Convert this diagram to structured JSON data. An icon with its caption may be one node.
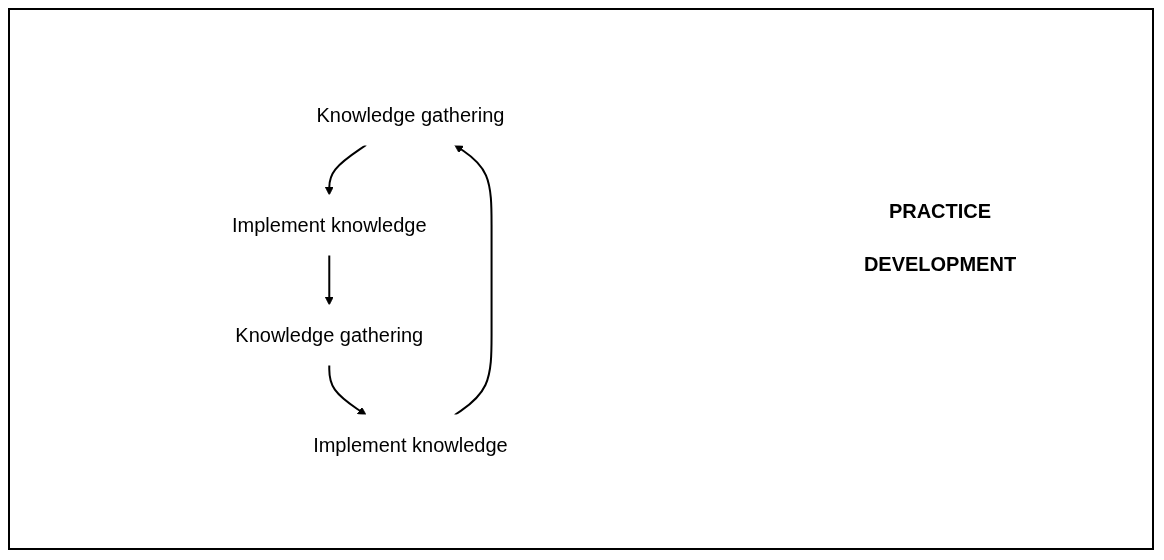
{
  "diagram": {
    "nodes": [
      {
        "text": [
          "Knowledge gathering"
        ]
      },
      {
        "text": [
          "Implement knowledge"
        ]
      },
      {
        "text": [
          "Knowledge gathering"
        ]
      },
      {
        "text": [
          "Implement knowledge"
        ]
      }
    ],
    "edges": [
      {
        "from": 0,
        "to": 1,
        "arrow": "to"
      },
      {
        "from": 1,
        "to": 2,
        "arrow": "to"
      },
      {
        "from": 2,
        "to": 3,
        "arrow": "to"
      },
      {
        "from": 3,
        "to": 0,
        "arrow": "to"
      }
    ],
    "labels": [
      "PRACTICE",
      "DEVELOPMENT"
    ]
  }
}
